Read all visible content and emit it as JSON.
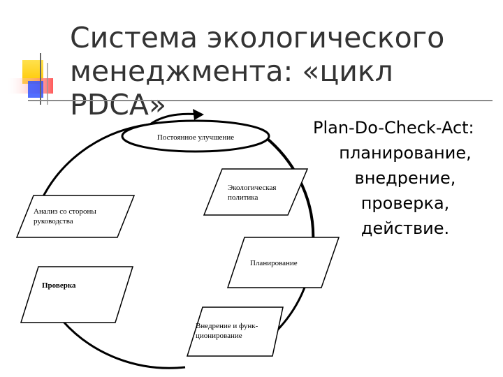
{
  "slide": {
    "title_line1": "Система экологического",
    "title_line2": "менеджмента: «цикл PDCA»"
  },
  "side_text": {
    "heading": "Plan-Do-Check-Act:",
    "items": [
      "планирование,",
      "внедрение,",
      "проверка,",
      "действие."
    ]
  },
  "diagram": {
    "top": "Постоянное улучшение",
    "policy": [
      "Экологическая",
      "политика"
    ],
    "planning": "Планирование",
    "implementation": [
      "Внедрение и функ-",
      "ционирование"
    ],
    "check": "Проверка",
    "review": [
      "Анализ со стороны",
      "руководства"
    ]
  },
  "colors": {
    "logo_yellow": "#ffd000",
    "logo_red": "#ff5a5a",
    "logo_blue": "#3355ff",
    "title": "#333333"
  }
}
